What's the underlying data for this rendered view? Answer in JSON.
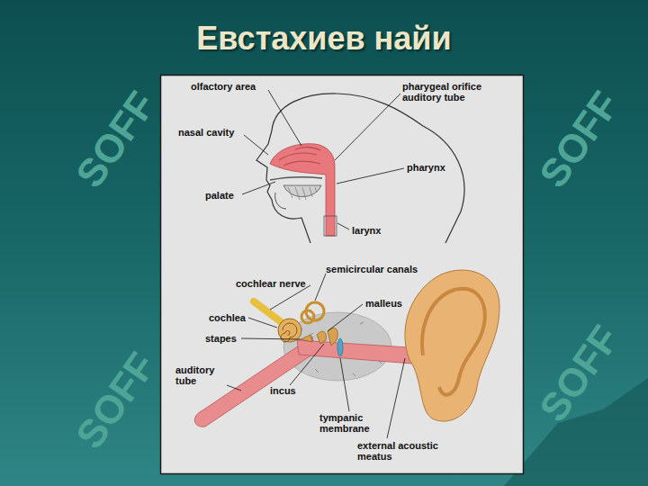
{
  "diagram": {
    "title": "Евстахиев найи",
    "labels": [
      "olfactory area",
      "pharygeal orifice auditory tube",
      "nasal cavity",
      "pharynx",
      "palate",
      "larynx",
      "semicircular canals",
      "cochlear nerve",
      "malleus",
      "cochlea",
      "stapes",
      "auditory tube",
      "incus",
      "tympanic membrane",
      "external acoustic meatus",
      "SOFF",
      "SOFF",
      "SOFF",
      "SOFF"
    ]
  }
}
